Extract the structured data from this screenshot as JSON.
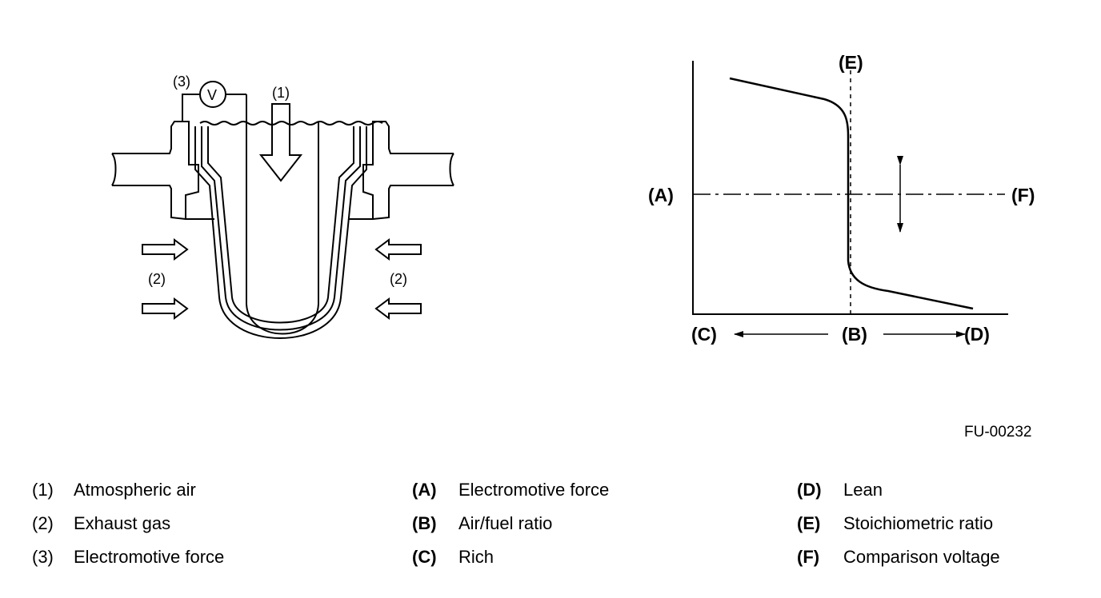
{
  "sensor": {
    "label_1": "(1)",
    "label_2_left": "(2)",
    "label_2_right": "(2)",
    "label_3": "(3)",
    "voltmeter": "V"
  },
  "graph": {
    "label_a": "(A)",
    "label_b": "(B)",
    "label_c": "(C)",
    "label_d": "(D)",
    "label_e": "(E)",
    "label_f": "(F)"
  },
  "figure_id": "FU-00232",
  "legend": {
    "col1": [
      {
        "key": "(1)",
        "text": "Atmospheric air"
      },
      {
        "key": "(2)",
        "text": "Exhaust gas"
      },
      {
        "key": "(3)",
        "text": "Electromotive force"
      }
    ],
    "col2": [
      {
        "key": "(A)",
        "text": "Electromotive force"
      },
      {
        "key": "(B)",
        "text": "Air/fuel ratio"
      },
      {
        "key": "(C)",
        "text": "Rich"
      }
    ],
    "col3": [
      {
        "key": "(D)",
        "text": "Lean"
      },
      {
        "key": "(E)",
        "text": "Stoichiometric ratio"
      },
      {
        "key": "(F)",
        "text": "Comparison voltage"
      }
    ]
  }
}
